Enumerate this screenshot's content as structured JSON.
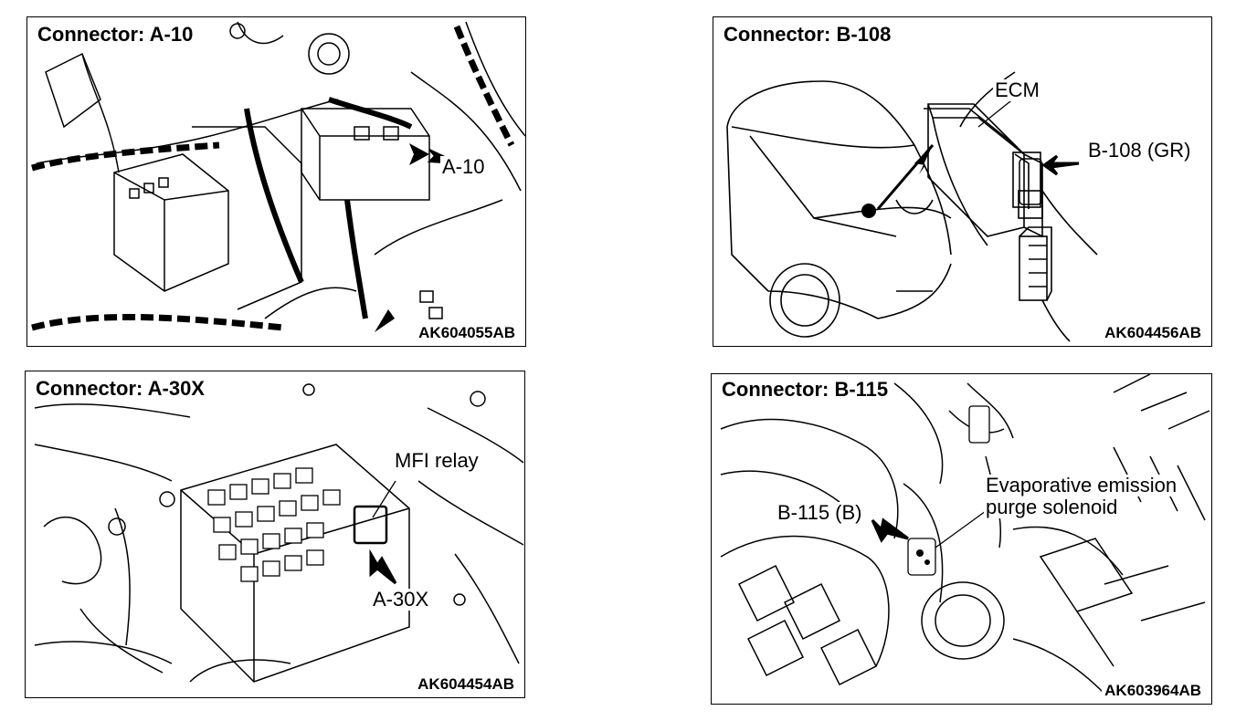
{
  "panels": {
    "a10": {
      "title": "Connector: A-10",
      "code": "AK604055AB",
      "callout": "A-10"
    },
    "b108": {
      "title": "Connector: B-108",
      "code": "AK604456AB",
      "callout_ecm": "ECM",
      "callout_conn": "B-108 (GR)"
    },
    "a30x": {
      "title": "Connector: A-30X",
      "code": "AK604454AB",
      "callout_relay": "MFI relay",
      "callout_conn": "A-30X"
    },
    "b115": {
      "title": "Connector: B-115",
      "code": "AK603964AB",
      "callout_conn": "B-115 (B)",
      "callout_sol_line1": "Evaporative emission",
      "callout_sol_line2": "purge solenoid"
    }
  }
}
